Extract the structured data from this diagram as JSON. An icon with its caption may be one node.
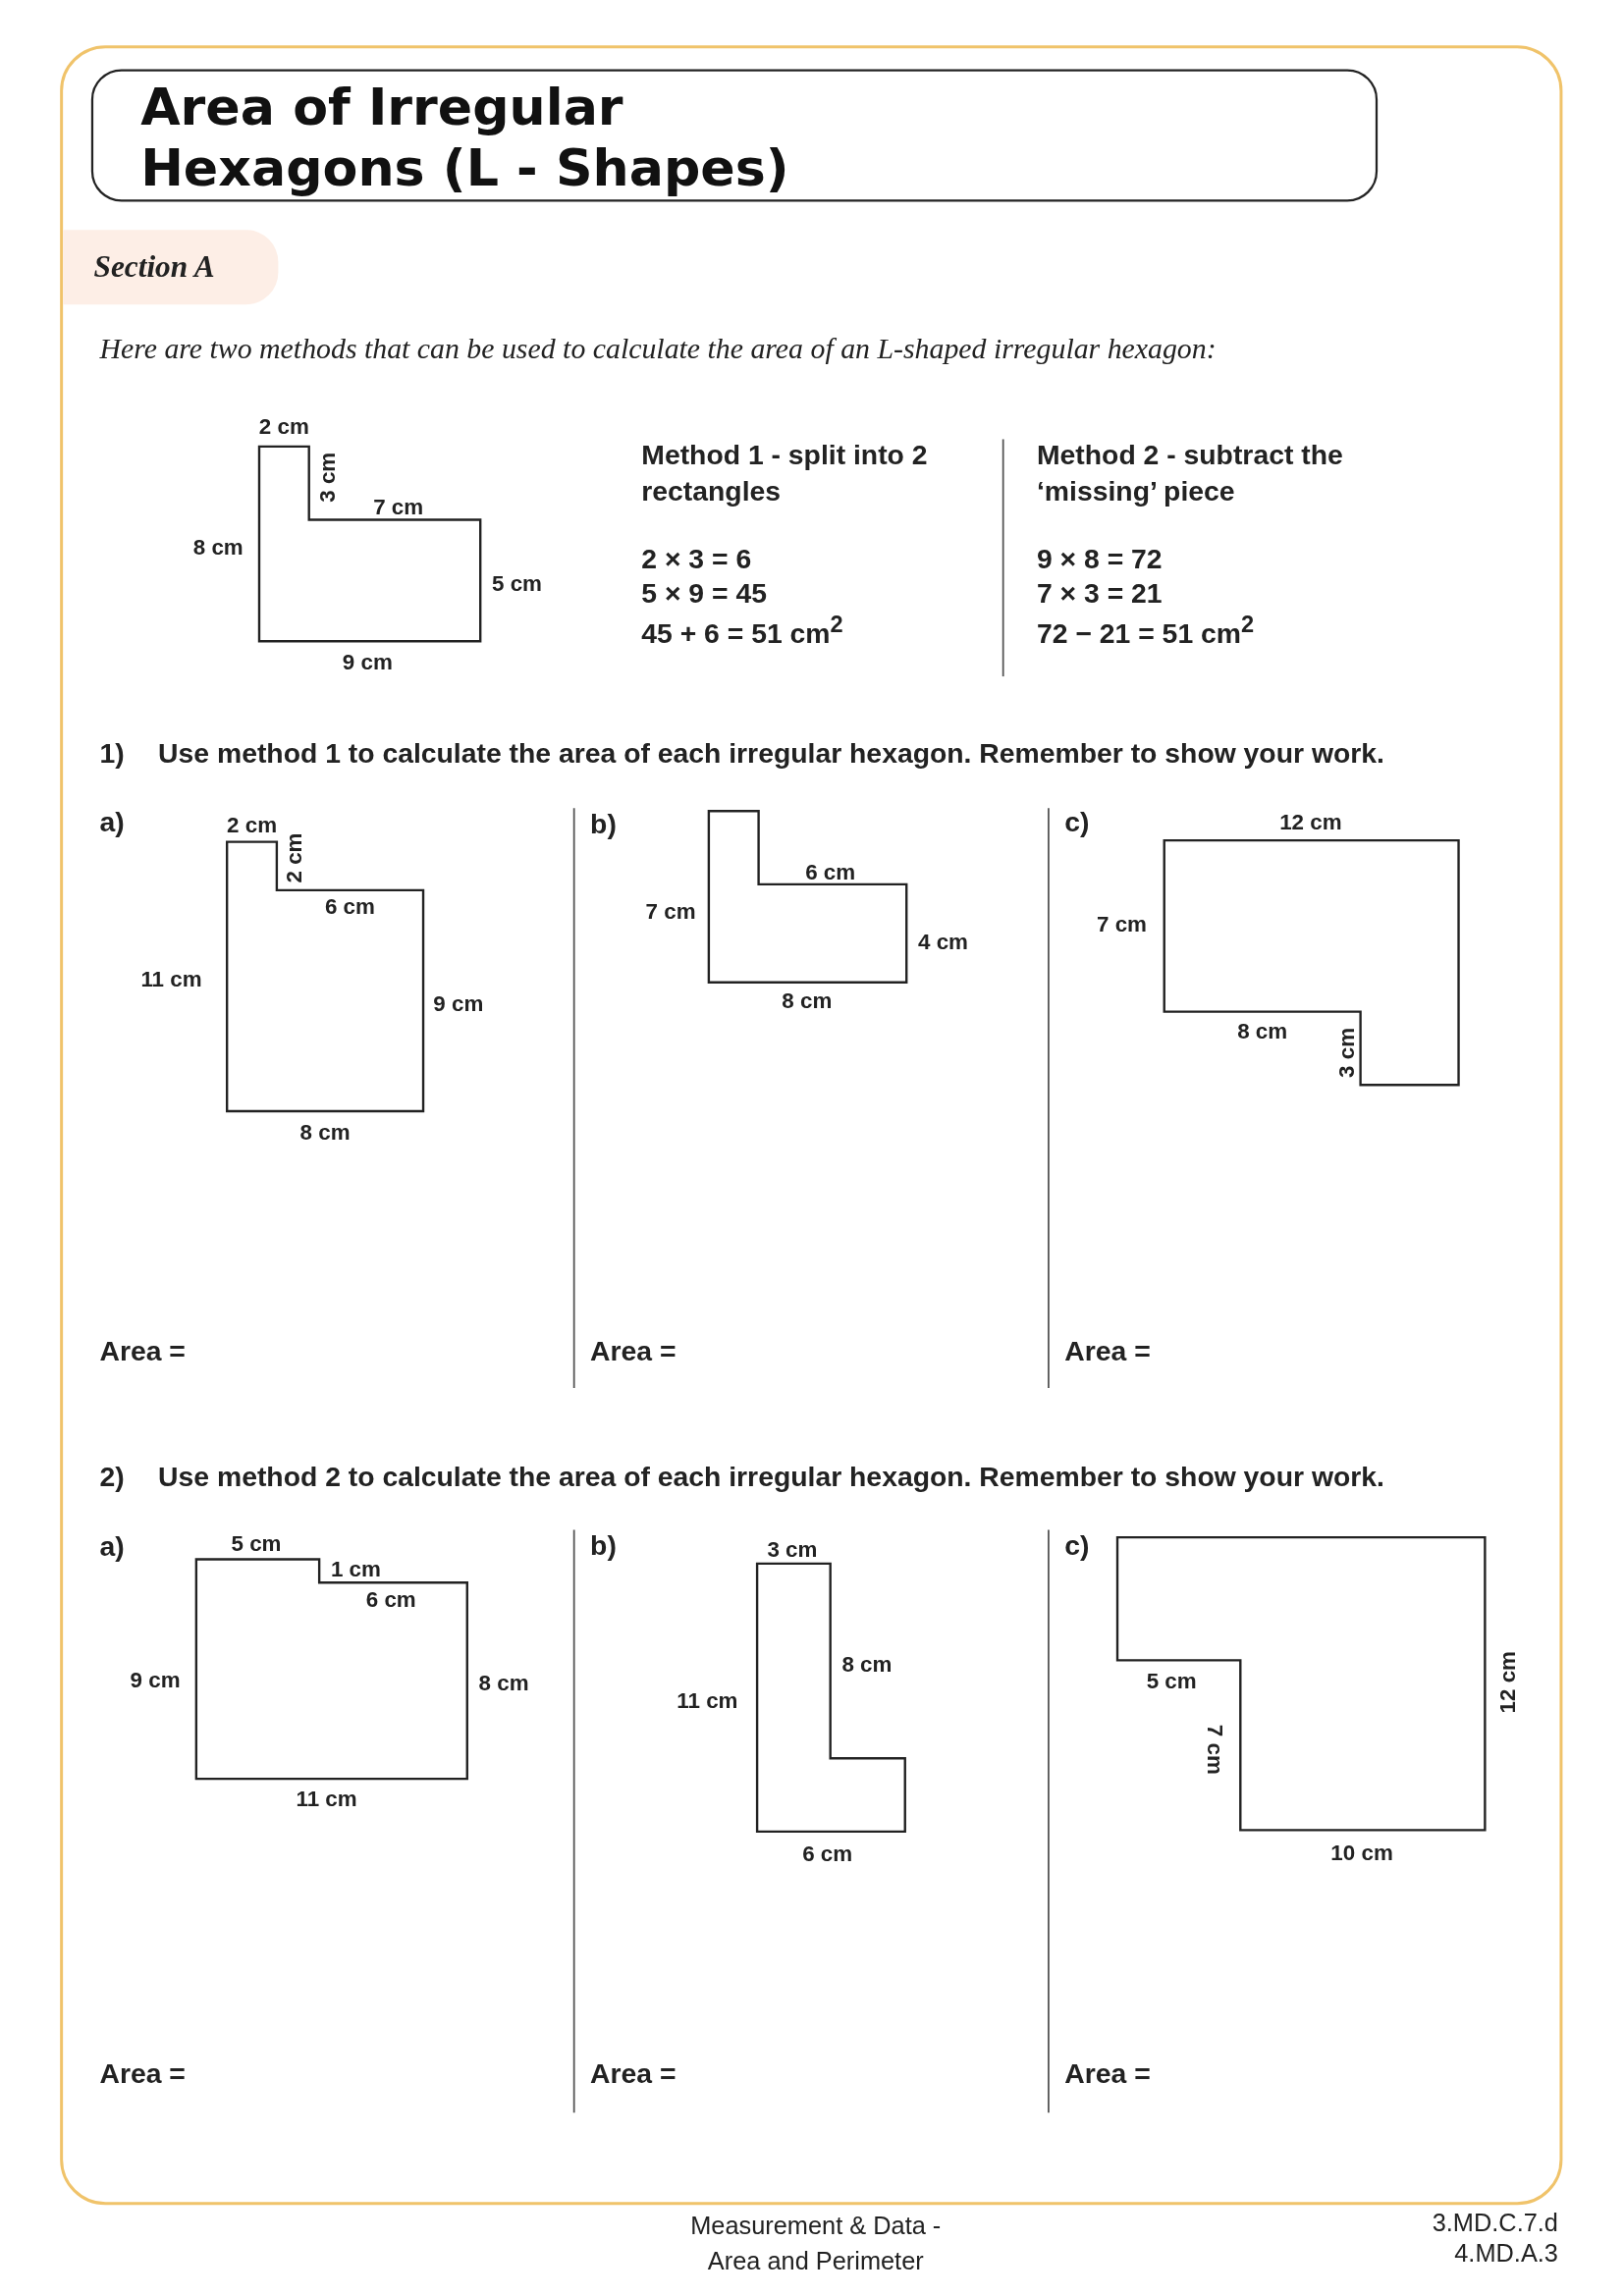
{
  "diagram": {
    "title": "Area of Irregular Hexagons (L - Shapes)",
    "nodes": [
      {
        "text": [
          "Section A"
        ]
      }
    ],
    "labels": [
      "Here are two methods that can be used to calculate the area of an L-shaped irregular hexagon:",
      "2 cm",
      "3 cm",
      "7 cm",
      "8 cm",
      "5 cm",
      "9 cm",
      "Method 1 - split into 2 rectangles",
      "2 × 3 = 6",
      "5 × 9 = 45",
      "45 + 6 = 51 cm$^{2}$",
      "Method 2 - subtract the ‘missing’ piece",
      "9 × 8 = 72",
      "7 × 3 = 21",
      "72 − 21 = 51 cm$^{2}$",
      "1)",
      "Use method 1 to calculate the area of each irregular hexagon. Remember to show your work.",
      "a)",
      "2 cm",
      "2 cm",
      "6 cm",
      "11 cm",
      "9 cm",
      "8 cm",
      "Area =",
      "b)",
      "6 cm",
      "7 cm",
      "4 cm",
      "8 cm",
      "Area =",
      "c)",
      "12 cm",
      "7 cm",
      "8 cm",
      "3 cm",
      "Area =",
      "2)",
      "Use method 2 to calculate the area of each irregular hexagon. Remember to show your work.",
      "a)",
      "5 cm",
      "1 cm",
      "6 cm",
      "9 cm",
      "8 cm",
      "11 cm",
      "Area =",
      "b)",
      "3 cm",
      "8 cm",
      "11 cm",
      "6 cm",
      "Area =",
      "c)",
      "12 cm",
      "5 cm",
      "7 cm",
      "10 cm",
      "Area =",
      "Measurement & Data - Area and Perimeter",
      "3.MD.C.7.d",
      "4.MD.A.3"
    ]
  }
}
